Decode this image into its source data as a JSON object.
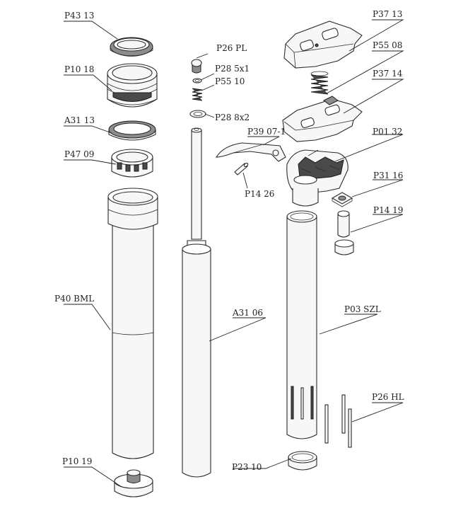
{
  "labels": {
    "p43_13": "P43 13",
    "p10_18": "P10 18",
    "a31_13": "A31 13",
    "p47_09": "P47 09",
    "p40_bml": "P40 BML",
    "p10_19": "P10 19",
    "p26_pl": "P26 PL",
    "p28_5x1": "P28 5x1",
    "p55_10": "P55 10",
    "p28_8x2": "P28 8x2",
    "p39_07_1": "P39 07-1",
    "p14_26": "P14 26",
    "a31_06": "A31 06",
    "p23_10": "P23 10",
    "p37_13": "P37 13",
    "p55_08": "P55 08",
    "p37_14": "P37 14",
    "p01_32": "P01 32",
    "p31_16": "P31 16",
    "p14_19": "P14 19",
    "p03_szl": "P03 SZL",
    "p26_hl": "P26 HL"
  }
}
